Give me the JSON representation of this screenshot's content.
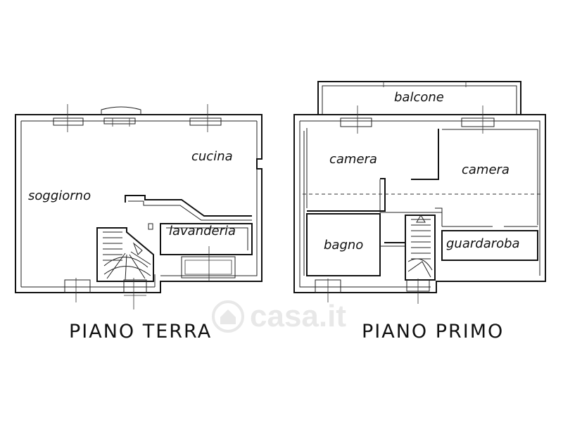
{
  "plans": [
    {
      "title": "PIANO TERRA",
      "rooms": [
        "cucina",
        "soggiorno",
        "lavanderia"
      ]
    },
    {
      "title": "PIANO PRIMO",
      "rooms": [
        "balcone",
        "camera",
        "camera",
        "bagno",
        "guardaroba"
      ]
    }
  ],
  "watermark": {
    "text": "casa.it",
    "icon": "house-icon"
  }
}
